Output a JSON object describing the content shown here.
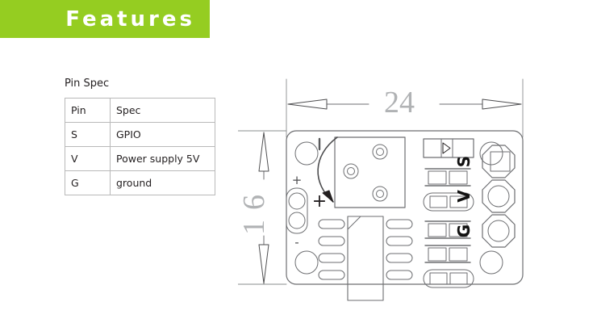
{
  "header": {
    "title": "Features",
    "banner_color": "#95cd21",
    "title_color": "#ffffff"
  },
  "pin_spec": {
    "heading": "Pin Spec",
    "columns": [
      "Pin",
      "Spec"
    ],
    "rows": [
      {
        "pin": "S",
        "spec": "GPIO"
      },
      {
        "pin": "V",
        "spec": "Power supply 5V"
      },
      {
        "pin": "G",
        "spec": "ground"
      }
    ]
  },
  "drawing": {
    "type": "mechanical-dimension-drawing",
    "subject": "pcb-module-top-view",
    "dimensions": {
      "width_label": "24",
      "height_label": "16",
      "units_implied": "mm"
    },
    "silkscreen_labels": {
      "header_pins": [
        "S",
        "V",
        "G"
      ],
      "terminal_positive": "+",
      "terminal_negative": "-",
      "mosfet_marker": "+"
    },
    "line_color": "#6d6e71",
    "dimension_text_color": "#a7a9ac",
    "silkscreen_text_color": "#231f20"
  }
}
